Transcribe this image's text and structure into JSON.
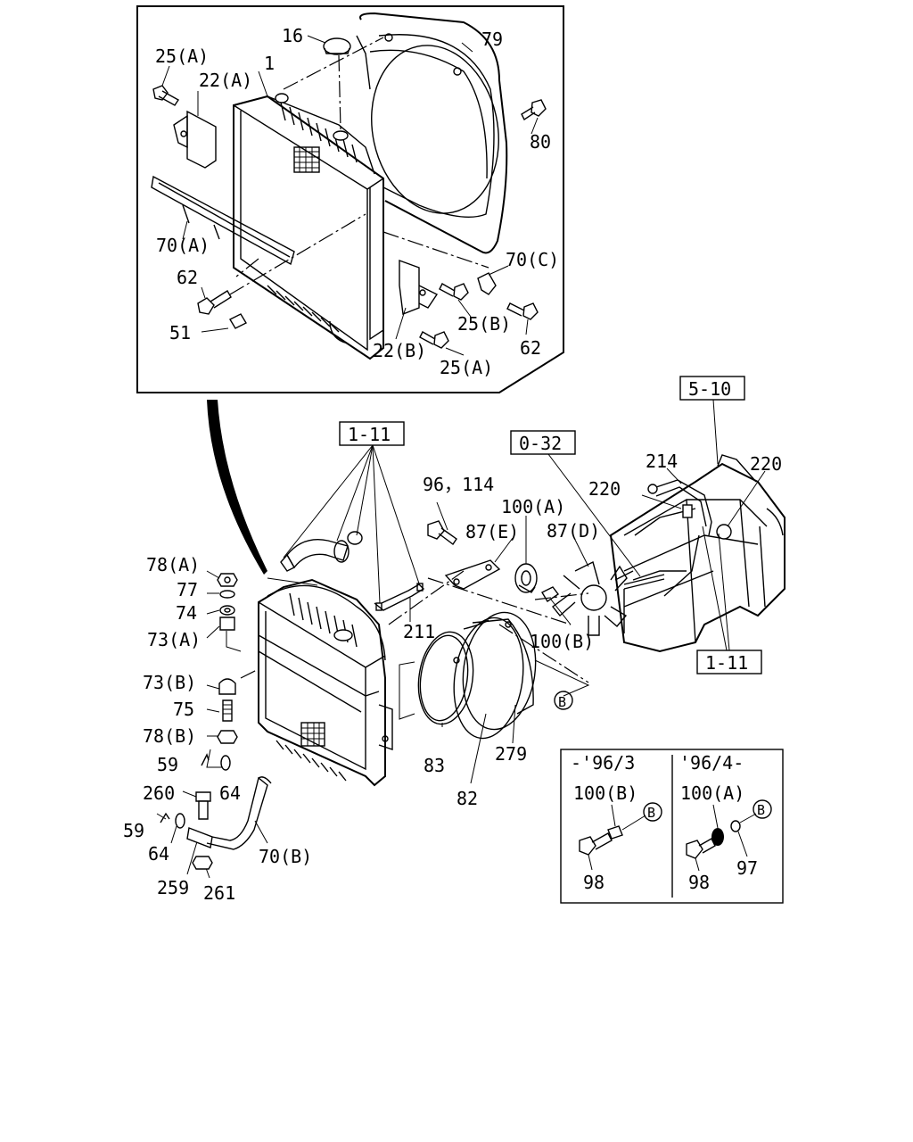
{
  "labels": {
    "l16": "16",
    "l79": "79",
    "l25a_1": "25(A)",
    "l22a": "22(A)",
    "l1": "1",
    "l80": "80",
    "l70a": "70(A)",
    "l70c": "70(C)",
    "l62_1": "62",
    "l51": "51",
    "l25b": "25(B)",
    "l62_2": "62",
    "l22b": "22(B)",
    "l25a_2": "25(A)",
    "l78a": "78(A)",
    "l77": "77",
    "l74": "74",
    "l73a": "73(A)",
    "l73b": "73(B)",
    "l75": "75",
    "l78b": "78(B)",
    "l59_1": "59",
    "l64_1": "64",
    "l260": "260",
    "l59_2": "59",
    "l64_2": "64",
    "l259": "259",
    "l261": "261",
    "l70b": "70(B)",
    "l211": "211",
    "l83": "83",
    "l82": "82",
    "l279": "279",
    "l96_114": "96，114",
    "l87e": "87(E)",
    "l100a": "100(A)",
    "l87d": "87(D)",
    "l100b": "100(B)",
    "l214": "214",
    "l220_1": "220",
    "l220_2": "220"
  },
  "refs": {
    "r1_11_top": "1-11",
    "r0_32": "0-32",
    "r5_10": "5-10",
    "r1_11_right": "1-11"
  },
  "inset": {
    "hdr_left": "-'96/3",
    "hdr_right": "'96/4-",
    "left_100b": "100(B)",
    "left_98": "98",
    "right_100a": "100(A)",
    "right_98": "98",
    "right_97": "97"
  },
  "markers": {
    "b_main": "B",
    "b_inset_left": "B",
    "b_inset_right": "B"
  }
}
